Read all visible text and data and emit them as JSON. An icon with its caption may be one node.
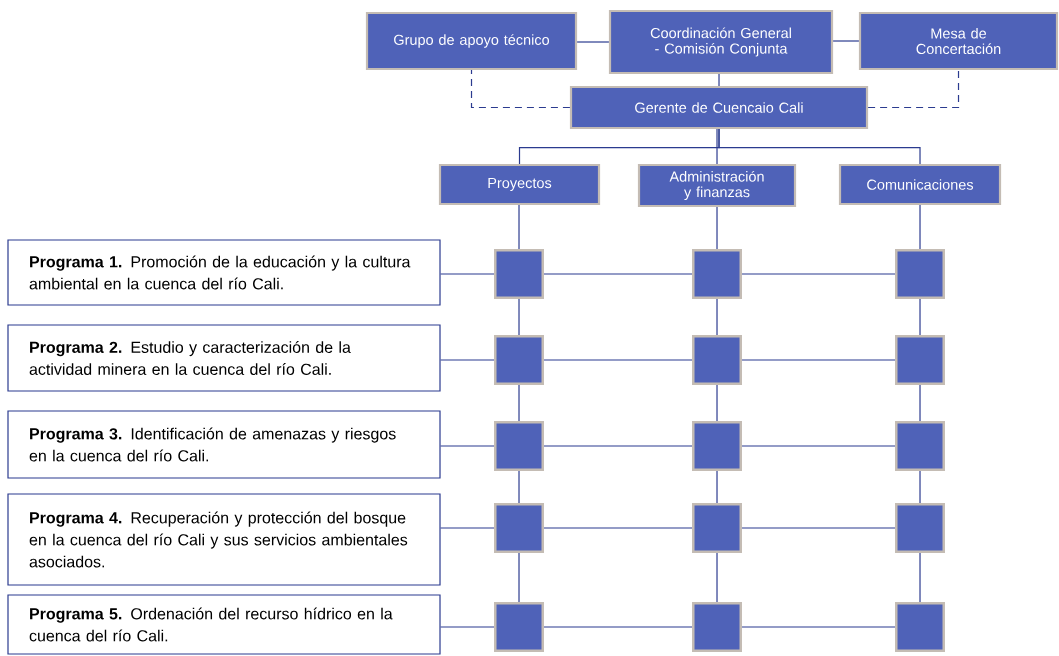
{
  "diagram": {
    "nodes": [
      {
        "text": [
          "Grupo de apoyo técnico"
        ]
      },
      {
        "text": [
          "Coordinación General - Comisión Conjunta"
        ]
      },
      {
        "text": [
          "Mesa de Concertación"
        ]
      },
      {
        "text": [
          "Gerente de Cuencaio Cali"
        ]
      },
      {
        "text": [
          "Proyectos"
        ]
      },
      {
        "text": [
          "Administración y finanzas"
        ]
      },
      {
        "text": [
          "Comunicaciones"
        ]
      },
      {
        "text": [
          "**Programa 1.** Promoción de la educación y la cultura ambiental en la cuenca del río Cali."
        ]
      },
      {
        "text": [
          "**Programa 2.** Estudio y caracterización de la actividad minera en la cuenca del río Cali."
        ]
      },
      {
        "text": [
          "**Programa 3.** Identificación de amenazas y riesgos en la cuenca del río Cali."
        ]
      },
      {
        "text": [
          "**Programa 4.** Recuperación y protección del bosque en la cuenca del río Cali y sus servicios ambientales asociados."
        ]
      },
      {
        "text": [
          "**Programa 5.** Ordenación del recurso hídrico en la cuenca del río Cali."
        ]
      },
      {
        "text": [],
        "shape": "box"
      },
      {
        "text": [],
        "shape": "box"
      },
      {
        "text": [],
        "shape": "box"
      },
      {
        "text": [],
        "shape": "box"
      },
      {
        "text": [],
        "shape": "box"
      },
      {
        "text": [],
        "shape": "box"
      },
      {
        "text": [],
        "shape": "box"
      },
      {
        "text": [],
        "shape": "box"
      },
      {
        "text": [],
        "shape": "box"
      },
      {
        "text": [],
        "shape": "box"
      },
      {
        "text": [],
        "shape": "box"
      },
      {
        "text": [],
        "shape": "box"
      },
      {
        "text": [],
        "shape": "box"
      },
      {
        "text": [],
        "shape": "box"
      },
      {
        "text": [],
        "shape": "box"
      }
    ],
    "edges": [
      {
        "from": 0,
        "to": 1,
        "arrow": "none"
      },
      {
        "from": 1,
        "to": 2,
        "arrow": "none"
      },
      {
        "from": 1,
        "to": 3,
        "arrow": "none"
      },
      {
        "from": 3,
        "to": 0,
        "arrow": "none",
        "style": "dashed"
      },
      {
        "from": 3,
        "to": 2,
        "arrow": "none",
        "style": "dashed"
      },
      {
        "from": 3,
        "to": 4,
        "arrow": "none"
      },
      {
        "from": 3,
        "to": 5,
        "arrow": "none"
      },
      {
        "from": 3,
        "to": 6,
        "arrow": "none"
      },
      {
        "from": 4,
        "to": 12,
        "arrow": "none"
      },
      {
        "from": 5,
        "to": 13,
        "arrow": "none"
      },
      {
        "from": 6,
        "to": 14,
        "arrow": "none"
      },
      {
        "from": 12,
        "to": 15,
        "arrow": "none"
      },
      {
        "from": 13,
        "to": 16,
        "arrow": "none"
      },
      {
        "from": 14,
        "to": 17,
        "arrow": "none"
      },
      {
        "from": 15,
        "to": 18,
        "arrow": "none"
      },
      {
        "from": 16,
        "to": 19,
        "arrow": "none"
      },
      {
        "from": 17,
        "to": 20,
        "arrow": "none"
      },
      {
        "from": 18,
        "to": 21,
        "arrow": "none"
      },
      {
        "from": 19,
        "to": 22,
        "arrow": "none"
      },
      {
        "from": 20,
        "to": 23,
        "arrow": "none"
      },
      {
        "from": 21,
        "to": 24,
        "arrow": "none"
      },
      {
        "from": 22,
        "to": 25,
        "arrow": "none"
      },
      {
        "from": 23,
        "to": 26,
        "arrow": "none"
      },
      {
        "from": 7,
        "to": 12,
        "arrow": "none"
      },
      {
        "from": 12,
        "to": 13,
        "arrow": "none"
      },
      {
        "from": 13,
        "to": 14,
        "arrow": "none"
      },
      {
        "from": 8,
        "to": 15,
        "arrow": "none"
      },
      {
        "from": 15,
        "to": 16,
        "arrow": "none"
      },
      {
        "from": 16,
        "to": 17,
        "arrow": "none"
      },
      {
        "from": 9,
        "to": 18,
        "arrow": "none"
      },
      {
        "from": 18,
        "to": 19,
        "arrow": "none"
      },
      {
        "from": 19,
        "to": 20,
        "arrow": "none"
      },
      {
        "from": 10,
        "to": 21,
        "arrow": "none"
      },
      {
        "from": 21,
        "to": 22,
        "arrow": "none"
      },
      {
        "from": 22,
        "to": 23,
        "arrow": "none"
      },
      {
        "from": 11,
        "to": 24,
        "arrow": "none"
      },
      {
        "from": 24,
        "to": 25,
        "arrow": "none"
      },
      {
        "from": 25,
        "to": 26,
        "arrow": "none"
      }
    ]
  }
}
